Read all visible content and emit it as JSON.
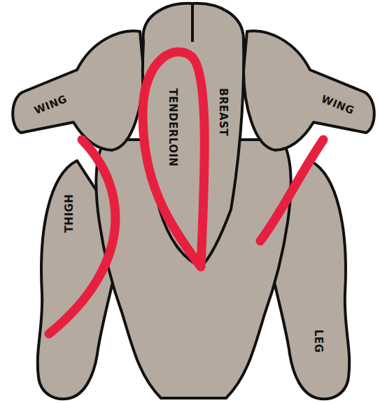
{
  "diagram": {
    "labels": [
      "WING",
      "TENDERLOIN",
      "BREAST",
      "WING",
      "THIGH",
      "LEG"
    ]
  }
}
